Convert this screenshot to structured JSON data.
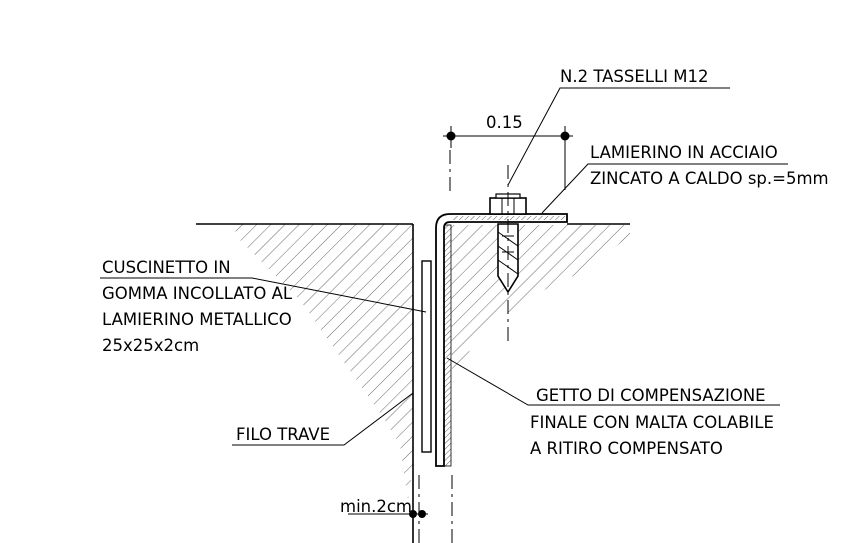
{
  "labels": {
    "tasselli": "N.2 TASSELLI M12",
    "dimension_top": "0.15",
    "lamierino_1": "LAMIERINO IN ACCIAIO",
    "lamierino_2": "ZINCATO A CALDO sp.=5mm",
    "cuscinetto_1": "CUSCINETTO IN",
    "cuscinetto_2": "GOMMA INCOLLATO AL",
    "cuscinetto_3": "LAMIERINO METALLICO",
    "cuscinetto_4": "25x25x2cm",
    "getto_1": "GETTO DI COMPENSAZIONE",
    "getto_2": "FINALE CON MALTA COLABILE",
    "getto_3": "A RITIRO COMPENSATO",
    "filo_trave": "FILO TRAVE",
    "dimension_bottom": "min.2cm"
  },
  "colors": {
    "line": "#000000",
    "hatch": "#555555",
    "background": "#ffffff"
  }
}
